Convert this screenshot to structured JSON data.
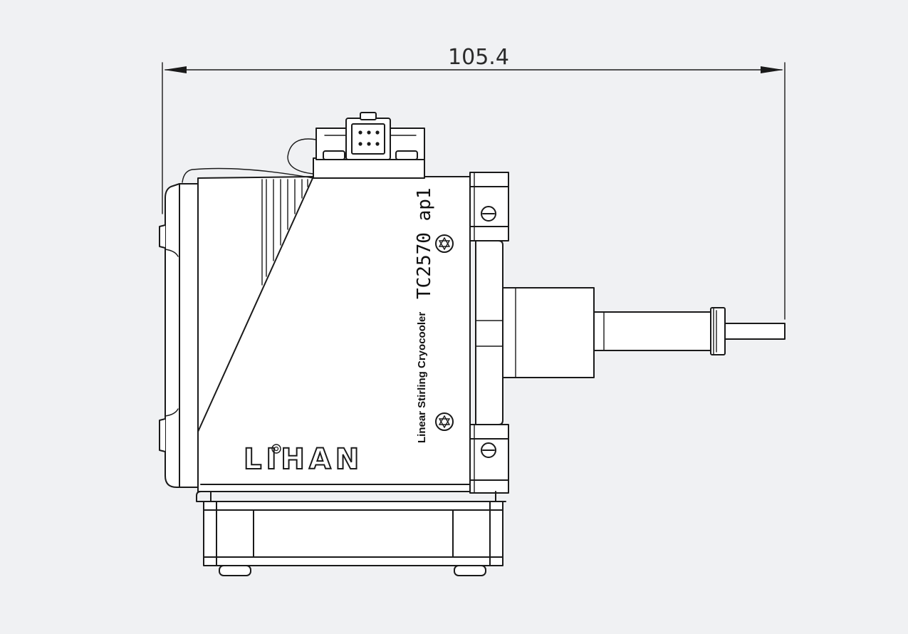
{
  "dimension": {
    "value": "105.4"
  },
  "product": {
    "description": "Linear Stirling Cryocooler",
    "model": "TC2570 ap1",
    "brand": "LIHAN"
  },
  "colors": {
    "background": "#f0f1f3",
    "line": "#1a1a1a",
    "fill": "#ffffff"
  }
}
